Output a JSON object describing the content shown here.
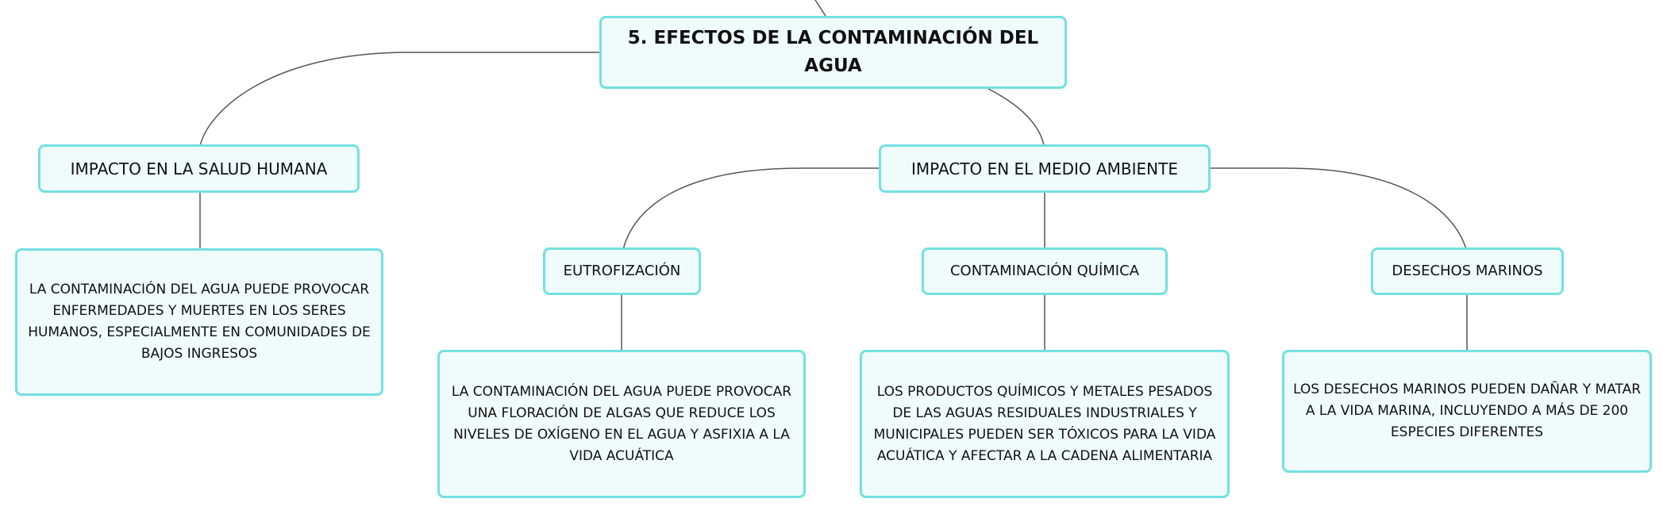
{
  "colors": {
    "node_border": "#74e0e0",
    "node_fill": "#f0fcfc",
    "connector": "#555555",
    "text": "#111111"
  },
  "mindmap": {
    "root": "5. EFECTOS DE LA CONTAMINACIÓN DEL AGUA",
    "branches": [
      {
        "label": "IMPACTO EN LA SALUD HUMANA",
        "detail": "LA CONTAMINACIÓN DEL AGUA PUEDE PROVOCAR ENFERMEDADES Y MUERTES EN LOS SERES HUMANOS, ESPECIALMENTE EN COMUNIDADES DE BAJOS INGRESOS"
      },
      {
        "label": "IMPACTO EN EL MEDIO AMBIENTE",
        "children": [
          {
            "label": "EUTROFIZACIÓN",
            "detail": "LA CONTAMINACIÓN DEL AGUA PUEDE PROVOCAR UNA FLORACIÓN DE ALGAS QUE REDUCE LOS NIVELES DE OXÍGENO EN EL AGUA Y ASFIXIA A LA VIDA ACUÁTICA"
          },
          {
            "label": "CONTAMINACIÓN QUÍMICA",
            "detail": "LOS PRODUCTOS QUÍMICOS Y METALES PESADOS DE LAS AGUAS RESIDUALES INDUSTRIALES Y MUNICIPALES PUEDEN SER TÓXICOS PARA LA VIDA ACUÁTICA Y AFECTAR A LA CADENA ALIMENTARIA"
          },
          {
            "label": "DESECHOS MARINOS",
            "detail": "LOS DESECHOS MARINOS PUEDEN DAÑAR Y MATAR A LA VIDA MARINA, INCLUYENDO A MÁS DE 200 ESPECIES DIFERENTES"
          }
        ]
      }
    ]
  }
}
